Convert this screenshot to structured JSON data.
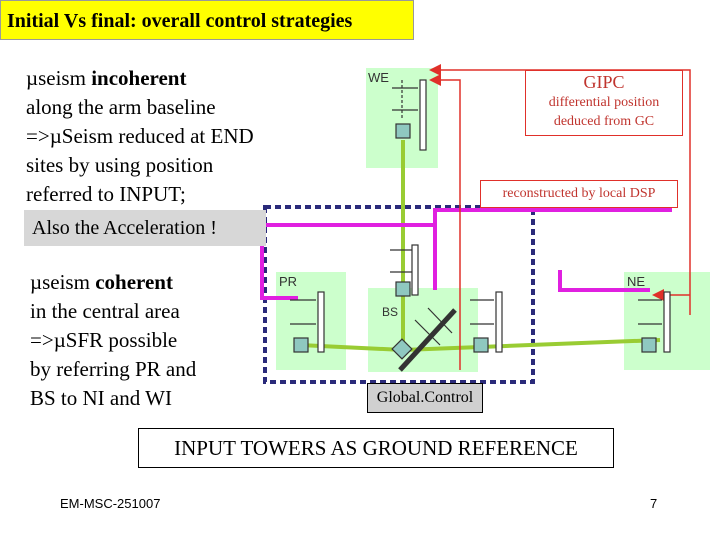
{
  "title": "Initial Vs final: overall control strategies",
  "left_text": {
    "p1": {
      "mu1": "µ",
      "l1_rest": "seism ",
      "l1_bold": "incoherent",
      "l2": "along the arm baseline",
      "l3_pre": "=>",
      "mu2": "µ",
      "l3_rest": "Seism reduced at END",
      "l4": "sites by using position",
      "l5": "referred to INPUT;"
    },
    "also": "Also the Acceleration !",
    "p2": {
      "mu1": "µ",
      "l1_rest": "seism ",
      "l1_bold": "coherent",
      "l2": "in the central area",
      "l3_pre": "=>",
      "mu2": "µ",
      "l3_rest": "SFR possible",
      "l4": "by referring PR and",
      "l5": "BS to NI and WI"
    }
  },
  "diagram": {
    "labels": {
      "we": "WE",
      "pr": "PR",
      "bs": "BS",
      "ne": "NE"
    },
    "gipc": "GIPC",
    "gipc_sub1": "differential position",
    "gipc_sub2": "deduced from GC",
    "dsp": "reconstructed by local DSP",
    "global_control": "Global.Control"
  },
  "bottom_banner": "INPUT TOWERS AS GROUND REFERENCE",
  "footer": {
    "left": "EM-MSC-251007",
    "page": "7"
  },
  "colors": {
    "title_bg": "#ffff00",
    "tower_green": "#ccffcc",
    "path_magenta": "#e020e0",
    "beam_green": "#99cc33",
    "dashed_navy": "#2a2a7a",
    "signal_red": "#e0302a"
  }
}
